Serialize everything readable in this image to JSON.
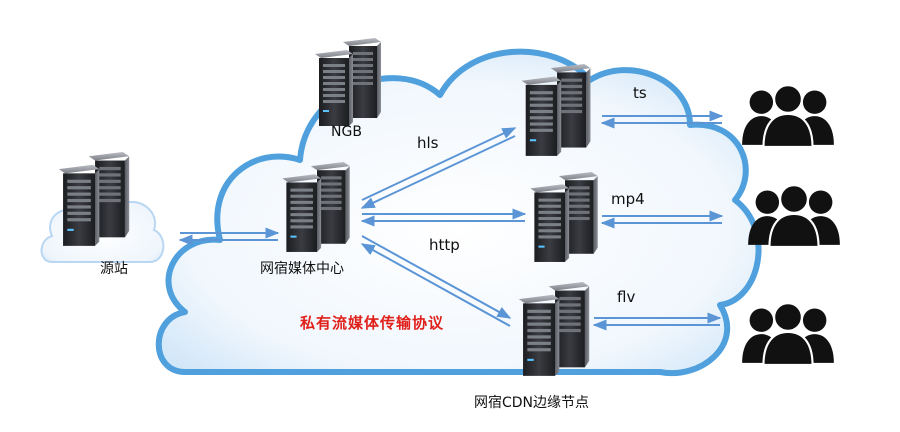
{
  "diagram": {
    "labels": {
      "ngb": "NGB",
      "hls": "hls",
      "ts": "ts",
      "mp4": "mp4",
      "http": "http",
      "flv": "flv",
      "origin": "源站",
      "media_center": "网宿媒体中心",
      "edge_nodes": "网宿CDN边缘节点",
      "private_protocol": "私有流媒体传输协议"
    },
    "colors": {
      "cloud_edge": "#4fa0dd",
      "cloud_fill": "#e7f2fc",
      "arrow": "#5b95d6",
      "highlight_text": "#e0201a",
      "server": "#2b2d31",
      "users": "#111111"
    },
    "icons": [
      "cloud-icon",
      "server-icon",
      "users-icon",
      "arrow-icon"
    ]
  }
}
